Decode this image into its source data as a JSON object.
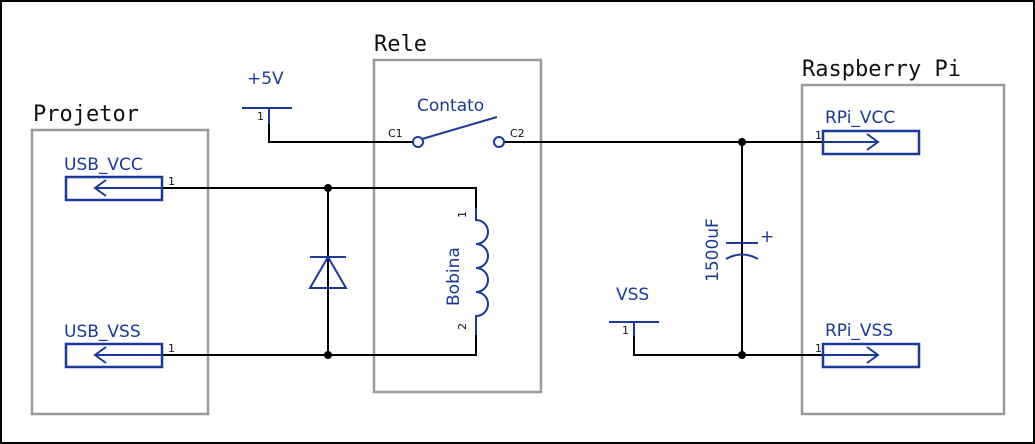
{
  "blocks": {
    "projetor": "Projetor",
    "rele": "Rele",
    "raspberry": "Raspberry Pi"
  },
  "ports": {
    "usb_vcc": "USB_VCC",
    "usb_vss": "USB_VSS",
    "rpi_vcc": "RPi_VCC",
    "rpi_vss": "RPi_VSS"
  },
  "power": {
    "plus5v": "+5V",
    "vss": "VSS"
  },
  "relay": {
    "contact_label": "Contato",
    "c1": "C1",
    "c2": "C2",
    "coil_label": "Bobina",
    "coil_pin1": "1",
    "coil_pin2": "2"
  },
  "capacitor": {
    "value": "1500uF",
    "polarity": "+"
  },
  "pin_numbers": {
    "usb_vcc": "1",
    "usb_vss": "1",
    "rpi_vcc": "1",
    "rpi_vss": "1",
    "plus5v": "1",
    "vss": "1"
  },
  "colors": {
    "component": "#1a3a9a",
    "wire": "#000000",
    "block_border": "#9a9a9a"
  }
}
